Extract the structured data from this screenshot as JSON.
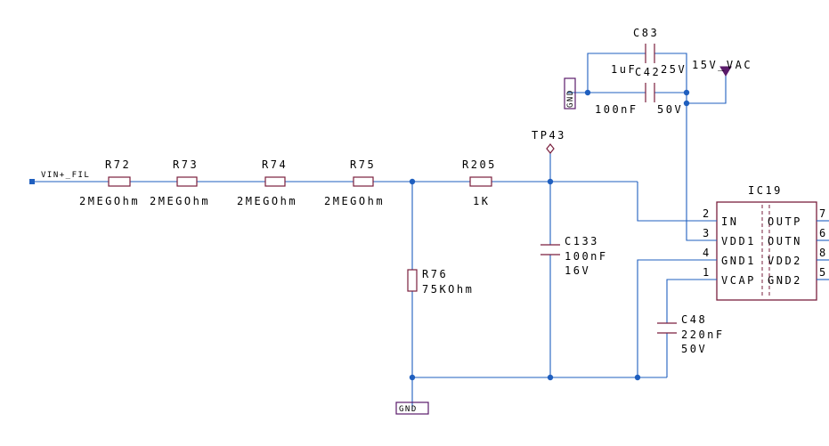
{
  "net_label": "VIN+_FIL",
  "resistors": {
    "r72": {
      "ref": "R72",
      "value": "2MEGOhm"
    },
    "r73": {
      "ref": "R73",
      "value": "2MEGOhm"
    },
    "r74": {
      "ref": "R74",
      "value": "2MEGOhm"
    },
    "r75": {
      "ref": "R75",
      "value": "2MEGOhm"
    },
    "r205": {
      "ref": "R205",
      "value": "1K"
    },
    "r76": {
      "ref": "R76",
      "value": "75KOhm"
    }
  },
  "capacitors": {
    "c83": {
      "ref": "C83",
      "value": "1uF",
      "voltage": "25V"
    },
    "c42": {
      "ref": "C42",
      "value": "100nF",
      "voltage": "50V"
    },
    "c133": {
      "ref": "C133",
      "value": "100nF",
      "voltage": "16V"
    },
    "c48": {
      "ref": "C48",
      "value": "220nF",
      "voltage": "50V"
    }
  },
  "test_point": "TP43",
  "power_port": "15V_VAC",
  "ground_top": "GND",
  "ground_bottom": "GND",
  "ic": {
    "ref": "IC19",
    "left_pins": [
      {
        "num": "2",
        "name": "IN"
      },
      {
        "num": "3",
        "name": "VDD1"
      },
      {
        "num": "4",
        "name": "GND1"
      },
      {
        "num": "1",
        "name": "VCAP"
      }
    ],
    "right_pins": [
      {
        "num": "7",
        "name": "OUTP"
      },
      {
        "num": "6",
        "name": "OUTN"
      },
      {
        "num": "8",
        "name": "VDD2"
      },
      {
        "num": "5",
        "name": "GND2"
      }
    ]
  }
}
